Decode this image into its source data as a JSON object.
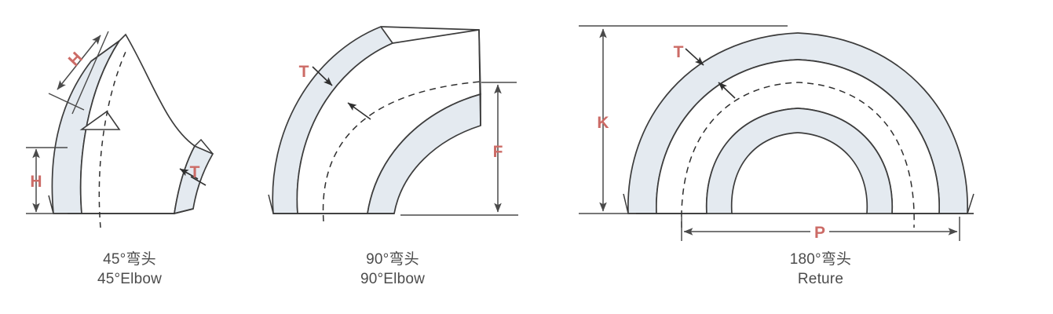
{
  "document": {
    "title": "Pipe Elbow Fitting Dimension Diagrams",
    "background_color": "#ffffff"
  },
  "style": {
    "body_fill": "#e4eaf0",
    "outline_color": "#3c3c3c",
    "dimension_line_color": "#4a4a4a",
    "label_color": "#cc6b66",
    "caption_color": "#4c4c4c"
  },
  "figures": [
    {
      "id": "elbow-45",
      "caption_cn": "45°弯头",
      "caption_en": "45°Elbow",
      "dimension_labels": [
        {
          "key": "H-diagonal",
          "text": "H",
          "orientation": "diagonal"
        },
        {
          "key": "H-vertical",
          "text": "H",
          "orientation": "vertical"
        },
        {
          "key": "T-wall",
          "text": "T",
          "orientation": "leader"
        }
      ]
    },
    {
      "id": "elbow-90",
      "caption_cn": "90°弯头",
      "caption_en": "90°Elbow",
      "dimension_labels": [
        {
          "key": "T-wall",
          "text": "T",
          "orientation": "leader"
        },
        {
          "key": "F-vertical",
          "text": "F",
          "orientation": "vertical"
        }
      ]
    },
    {
      "id": "elbow-180",
      "caption_cn": "180°弯头",
      "caption_en": "Reture",
      "dimension_labels": [
        {
          "key": "K-vertical",
          "text": "K",
          "orientation": "vertical"
        },
        {
          "key": "T-wall",
          "text": "T",
          "orientation": "leader"
        },
        {
          "key": "P-horizontal",
          "text": "P",
          "orientation": "horizontal"
        }
      ]
    }
  ]
}
